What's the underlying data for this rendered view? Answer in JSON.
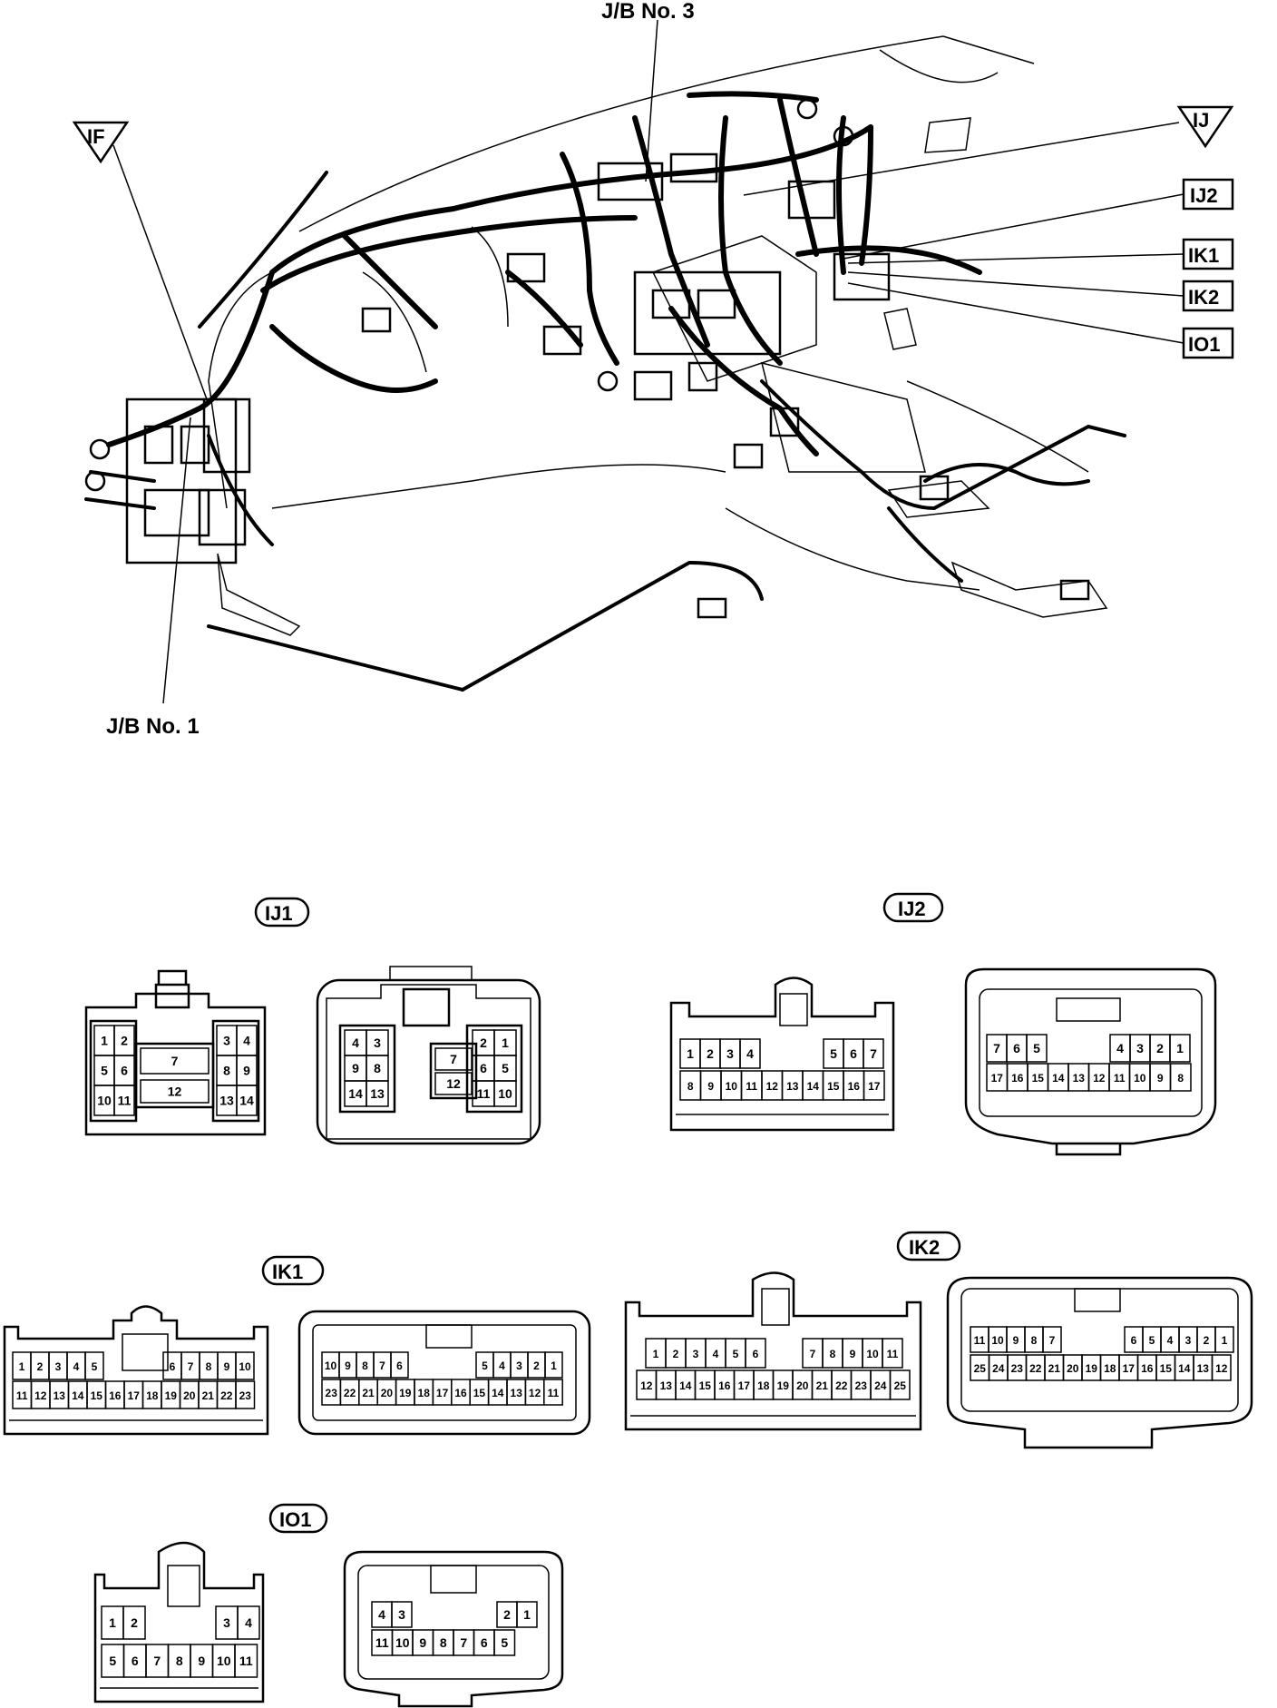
{
  "labels": {
    "jb3": "J/B No. 3",
    "jb1": "J/B No. 1",
    "if": "IF",
    "ij": "IJ",
    "ij2": "IJ2",
    "ik1": "IK1",
    "ik2": "IK2",
    "io1": "IO1"
  },
  "connectors": {
    "ij1": {
      "title": "IJ1",
      "male": {
        "left": [
          [
            "1",
            "2"
          ],
          [
            "5",
            "6"
          ],
          [
            "10",
            "11"
          ]
        ],
        "center": [
          "7",
          "12"
        ],
        "right": [
          [
            "3",
            "4"
          ],
          [
            "8",
            "9"
          ],
          [
            "13",
            "14"
          ]
        ]
      },
      "female": {
        "left": [
          [
            "4",
            "3"
          ],
          [
            "9",
            "8"
          ],
          [
            "14",
            "13"
          ]
        ],
        "center": [
          "7",
          "12"
        ],
        "right": [
          [
            "2",
            "1"
          ],
          [
            "6",
            "5"
          ],
          [
            "11",
            "10"
          ]
        ]
      }
    },
    "ij2": {
      "title": "IJ2",
      "male": [
        [
          "1",
          "2",
          "3",
          "4",
          "5",
          "6",
          "7"
        ],
        [
          "8",
          "9",
          "10",
          "11",
          "12",
          "13",
          "14",
          "15",
          "16",
          "17"
        ]
      ],
      "female": [
        [
          "7",
          "6",
          "5",
          "4",
          "3",
          "2",
          "1"
        ],
        [
          "17",
          "16",
          "15",
          "14",
          "13",
          "12",
          "11",
          "10",
          "9",
          "8"
        ]
      ]
    },
    "ik1": {
      "title": "IK1",
      "male": [
        [
          "1",
          "2",
          "3",
          "4",
          "5",
          "6",
          "7",
          "8",
          "9",
          "10"
        ],
        [
          "11",
          "12",
          "13",
          "14",
          "15",
          "16",
          "17",
          "18",
          "19",
          "20",
          "21",
          "22",
          "23"
        ]
      ],
      "female": [
        [
          "10",
          "9",
          "8",
          "7",
          "6",
          "5",
          "4",
          "3",
          "2",
          "1"
        ],
        [
          "23",
          "22",
          "21",
          "20",
          "19",
          "18",
          "17",
          "16",
          "15",
          "14",
          "13",
          "12",
          "11"
        ]
      ]
    },
    "ik2": {
      "title": "IK2",
      "male": [
        [
          "1",
          "2",
          "3",
          "4",
          "5",
          "6",
          "7",
          "8",
          "9",
          "10",
          "11"
        ],
        [
          "12",
          "13",
          "14",
          "15",
          "16",
          "17",
          "18",
          "19",
          "20",
          "21",
          "22",
          "23",
          "24",
          "25"
        ]
      ],
      "female": [
        [
          "11",
          "10",
          "9",
          "8",
          "7",
          "6",
          "5",
          "4",
          "3",
          "2",
          "1"
        ],
        [
          "25",
          "24",
          "23",
          "22",
          "21",
          "20",
          "19",
          "18",
          "17",
          "16",
          "15",
          "14",
          "13",
          "12"
        ]
      ]
    },
    "io1": {
      "title": "IO1",
      "male": [
        [
          "1",
          "2",
          "3",
          "4"
        ],
        [
          "5",
          "6",
          "7",
          "8",
          "9",
          "10",
          "11"
        ]
      ],
      "female": [
        [
          "4",
          "3",
          "2",
          "1"
        ],
        [
          "11",
          "10",
          "9",
          "8",
          "7",
          "6",
          "5"
        ]
      ]
    }
  }
}
